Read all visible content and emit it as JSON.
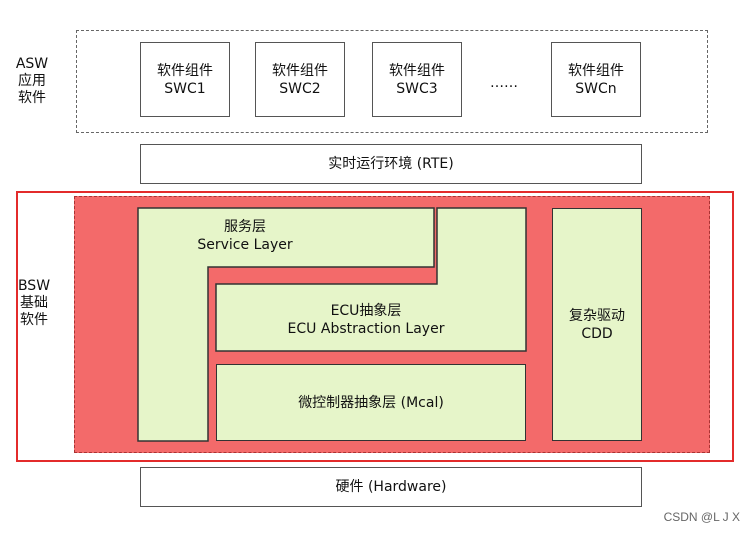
{
  "asw": {
    "label_lines": [
      "ASW",
      "应用",
      "软件"
    ],
    "swc": [
      {
        "line1": "软件组件",
        "line2": "SWC1"
      },
      {
        "line1": "软件组件",
        "line2": "SWC2"
      },
      {
        "line1": "软件组件",
        "line2": "SWC3"
      },
      {
        "line1": "软件组件",
        "line2": "SWCn"
      }
    ],
    "ellipsis": "……"
  },
  "rte": {
    "label": "实时运行环境 (RTE)"
  },
  "bsw": {
    "label_lines": [
      "BSW",
      "基础",
      "软件"
    ],
    "service_layer": {
      "line1": "服务层",
      "line2": "Service Layer"
    },
    "ecu_abstraction": {
      "line1": "ECU抽象层",
      "line2": "ECU Abstraction Layer"
    },
    "mcal": {
      "label": "微控制器抽象层 (Mcal)"
    },
    "cdd": {
      "line1": "复杂驱动",
      "line2": "CDD"
    }
  },
  "hardware": {
    "label": "硬件 (Hardware)"
  },
  "footer": {
    "credit": "CSDN @L  J  X"
  },
  "colors": {
    "bsw_fill": "#f36a6a",
    "layer_fill": "#e6f5c9",
    "highlight_border": "#e32b2b"
  }
}
